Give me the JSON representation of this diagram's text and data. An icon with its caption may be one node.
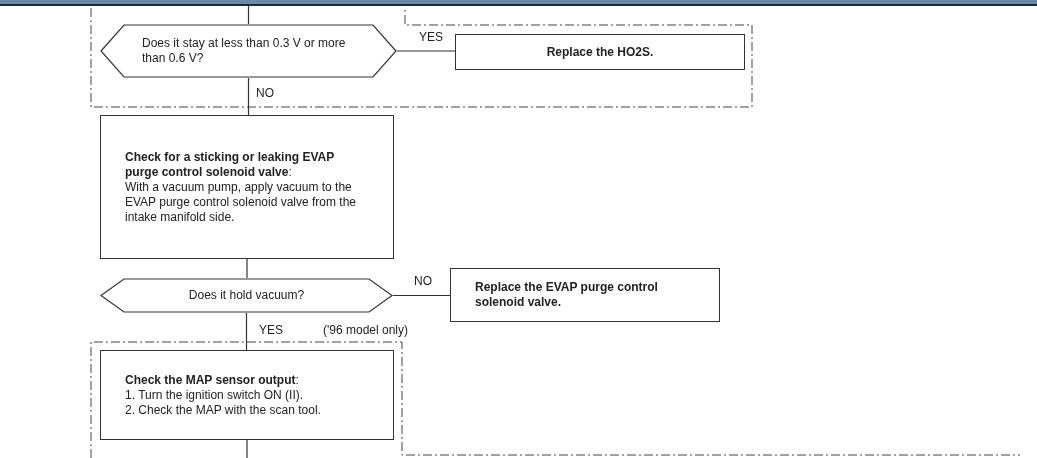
{
  "diagram": {
    "nodes": [
      {
        "text": [
          "Does it stay at less than 0.3 V or more than 0.6 V?"
        ]
      },
      {
        "text": [
          "Replace the HO2S."
        ]
      },
      {
        "text": [
          "**Check for a sticking or leaking EVAP purge control solenoid valve**:",
          "With a vacuum pump, apply vacuum to the EVAP purge control solenoid valve from the intake manifold side."
        ]
      },
      {
        "text": [
          "Does it hold vacuum?"
        ]
      },
      {
        "text": [
          "Replace the EVAP purge control solenoid valve."
        ]
      },
      {
        "text": [
          "**Check the MAP sensor output**:",
          "1. Turn the ignition switch ON (II).",
          "2. Check the MAP with the scan tool."
        ]
      }
    ],
    "edges": [
      {
        "from": null,
        "to": 0,
        "arrow": "none"
      },
      {
        "from": 0,
        "to": 1,
        "arrow": "none",
        "label": "YES"
      },
      {
        "from": 0,
        "to": 2,
        "arrow": "none",
        "label": "NO"
      },
      {
        "from": 2,
        "to": 3,
        "arrow": "none"
      },
      {
        "from": 3,
        "to": 4,
        "arrow": "none",
        "label": "NO"
      },
      {
        "from": 3,
        "to": 5,
        "arrow": "none",
        "label": "YES"
      },
      {
        "from": 5,
        "to": null,
        "arrow": "none"
      }
    ],
    "labels": [
      "('96 model only)"
    ]
  }
}
